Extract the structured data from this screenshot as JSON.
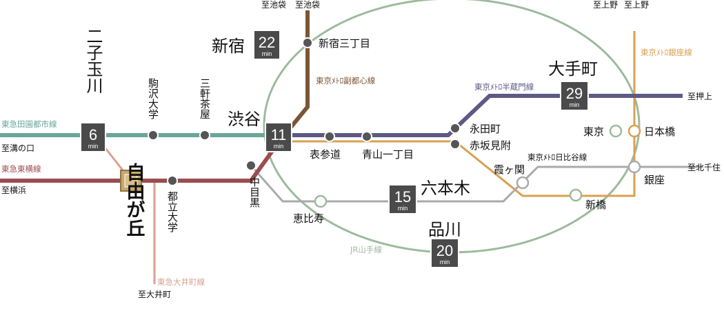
{
  "lines": {
    "denentoshi": {
      "label": "東急田園都市線",
      "color": "#6aa59a"
    },
    "toyoko": {
      "label": "東急東横線",
      "color": "#9b4d4f"
    },
    "oimachi": {
      "label": "東急大井町線",
      "color": "#d7a28e"
    },
    "fukutoshin": {
      "label": "東京ﾒﾄﾛ副都心線",
      "color": "#7a5636"
    },
    "hanzomon": {
      "label": "東京ﾒﾄﾛ半蔵門線",
      "color": "#5e5a86"
    },
    "ginza": {
      "label": "東京ﾒﾄﾛ銀座線",
      "color": "#d9a04f"
    },
    "hibiya": {
      "label": "東京ﾒﾄﾛ日比谷線",
      "color": "#a9aaab"
    },
    "yamanote": {
      "label": "JR山手線",
      "color": "#9cba9d"
    }
  },
  "destinations": {
    "ikebukuro_1": "至池袋",
    "ikebukuro_2": "至池袋",
    "ueno_1": "至上野",
    "ueno_2": "至上野",
    "oshiage": "至押上",
    "mizonokuchi": "至溝の口",
    "yokohama": "至横浜",
    "kitasenju": "至北千住",
    "oimachi": "至大井町"
  },
  "stations": {
    "futakotamagawa": "二子玉川",
    "jiyugaoka": "自由が丘",
    "komazawa": "駒沢大学",
    "sangenjaya": "三軒茶屋",
    "shibuya": "渋谷",
    "shinjuku": "新宿",
    "shinjuku_sanchome": "新宿三丁目",
    "omotesando": "表参道",
    "aoyama": "青山一丁目",
    "nagatacho": "永田町",
    "akasaka_mitsuke": "赤坂見附",
    "otemachi": "大手町",
    "tokyo": "東京",
    "nihombashi": "日本橋",
    "kasumigaseki": "霞ヶ関",
    "ginza": "銀座",
    "shimbashi": "新橋",
    "roppongi": "六本木",
    "ebisu": "恵比寿",
    "nakameguro": "中目黒",
    "toritsudaigaku": "都立大学",
    "shinagawa": "品川"
  },
  "times": {
    "futakotamagawa": {
      "value": "6",
      "unit": "min"
    },
    "shibuya": {
      "value": "11",
      "unit": "min"
    },
    "shinjuku": {
      "value": "22",
      "unit": "min"
    },
    "otemachi": {
      "value": "29",
      "unit": "min"
    },
    "roppongi": {
      "value": "15",
      "unit": "min"
    },
    "shinagawa": {
      "value": "20",
      "unit": "min"
    }
  }
}
